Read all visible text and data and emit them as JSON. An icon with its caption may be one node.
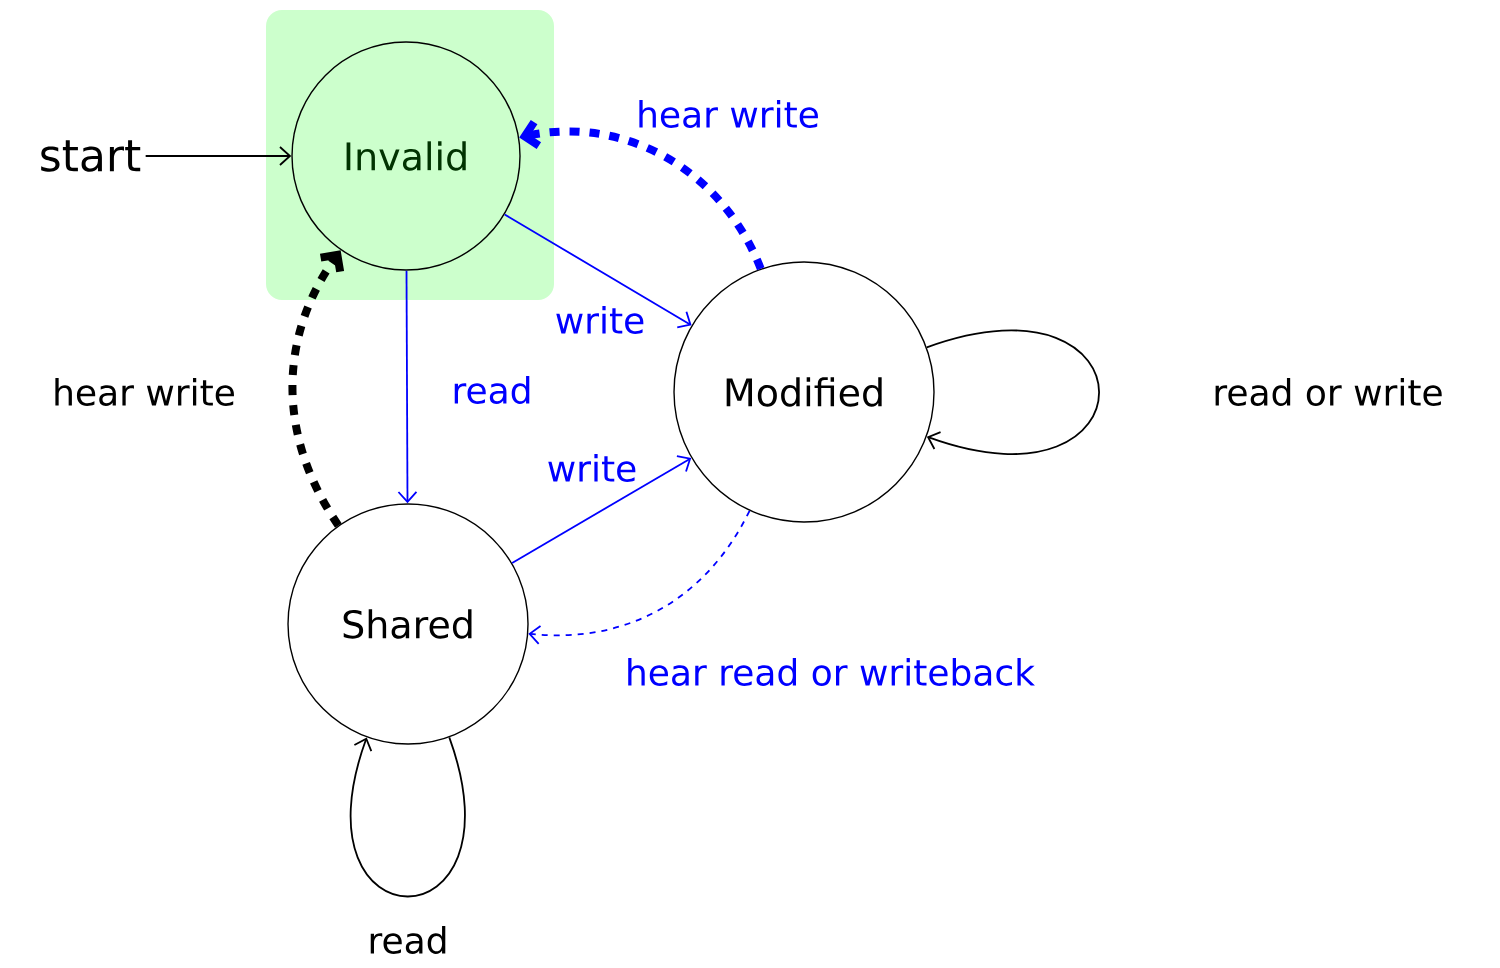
{
  "diagram": {
    "nodes": [
      {
        "text": [
          "start"
        ]
      },
      {
        "text": [
          "Invalid"
        ]
      },
      {
        "text": [
          "Modified"
        ]
      },
      {
        "text": [
          "Shared"
        ]
      }
    ],
    "edges": [
      {
        "from": 0,
        "to": 1,
        "arrow": "to",
        "color": "#000000"
      },
      {
        "from": 1,
        "to": 2,
        "arrow": "to",
        "label": "write"
      },
      {
        "from": 1,
        "to": 3,
        "arrow": "to",
        "label": "read"
      },
      {
        "from": 3,
        "to": 2,
        "arrow": "to",
        "label": "write"
      },
      {
        "from": 2,
        "to": 3,
        "arrow": "to",
        "label": "hear read or writeback",
        "style": "dashed"
      },
      {
        "from": 2,
        "to": 1,
        "arrow": "to",
        "label": "hear write",
        "style": "dashed"
      },
      {
        "from": 3,
        "to": 1,
        "arrow": "to",
        "label": "hear write",
        "style": "dashed",
        "color": "#000000"
      },
      {
        "from": 2,
        "to": 2,
        "arrow": "to",
        "label": "read or write",
        "color": "#000000"
      },
      {
        "from": 3,
        "to": 3,
        "arrow": "to",
        "label": "read",
        "color": "#000000"
      }
    ]
  }
}
